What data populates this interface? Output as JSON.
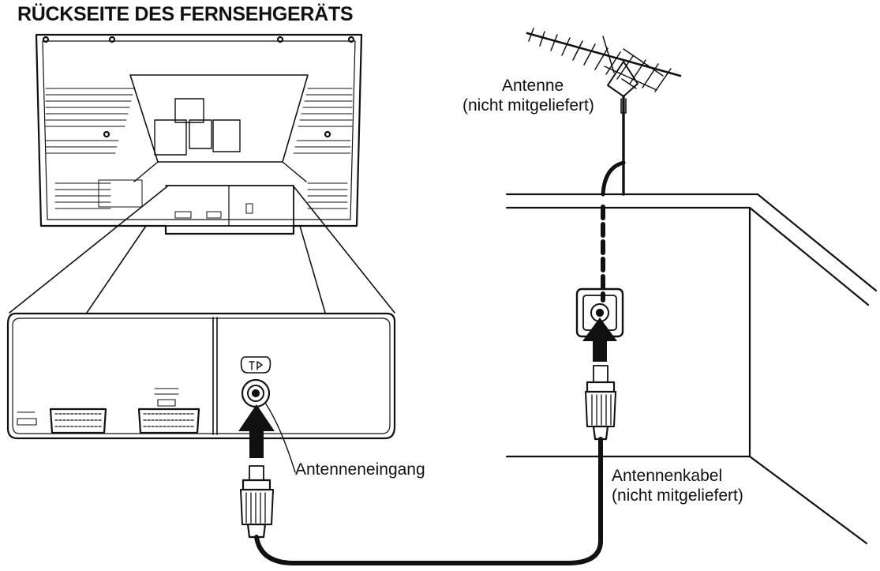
{
  "title": "RÜCKSEITE DES FERNSEHGERÄTS",
  "antenna": {
    "name": "Antenne",
    "note": "(nicht mitgeliefert)"
  },
  "antenna_input": {
    "label": "Antenneneingang"
  },
  "antenna_cable": {
    "name": "Antennenkabel",
    "note": "(nicht mitgeliefert)"
  },
  "colors": {
    "ink": "#111111",
    "paper": "#ffffff"
  }
}
